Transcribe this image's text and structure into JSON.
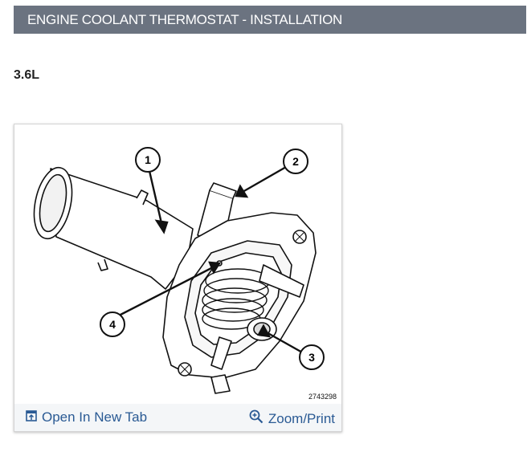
{
  "header": {
    "title": "ENGINE COOLANT THERMOSTAT - INSTALLATION"
  },
  "engine_variant": "3.6L",
  "figure": {
    "callouts": [
      "1",
      "2",
      "3",
      "4"
    ],
    "figure_number": "2743298",
    "open_tab_label": "Open In New Tab",
    "zoom_print_label": "Zoom/Print",
    "link_color": "#2a5a94",
    "icons": [
      "open-in-new-tab-icon",
      "zoom-in-icon"
    ]
  }
}
